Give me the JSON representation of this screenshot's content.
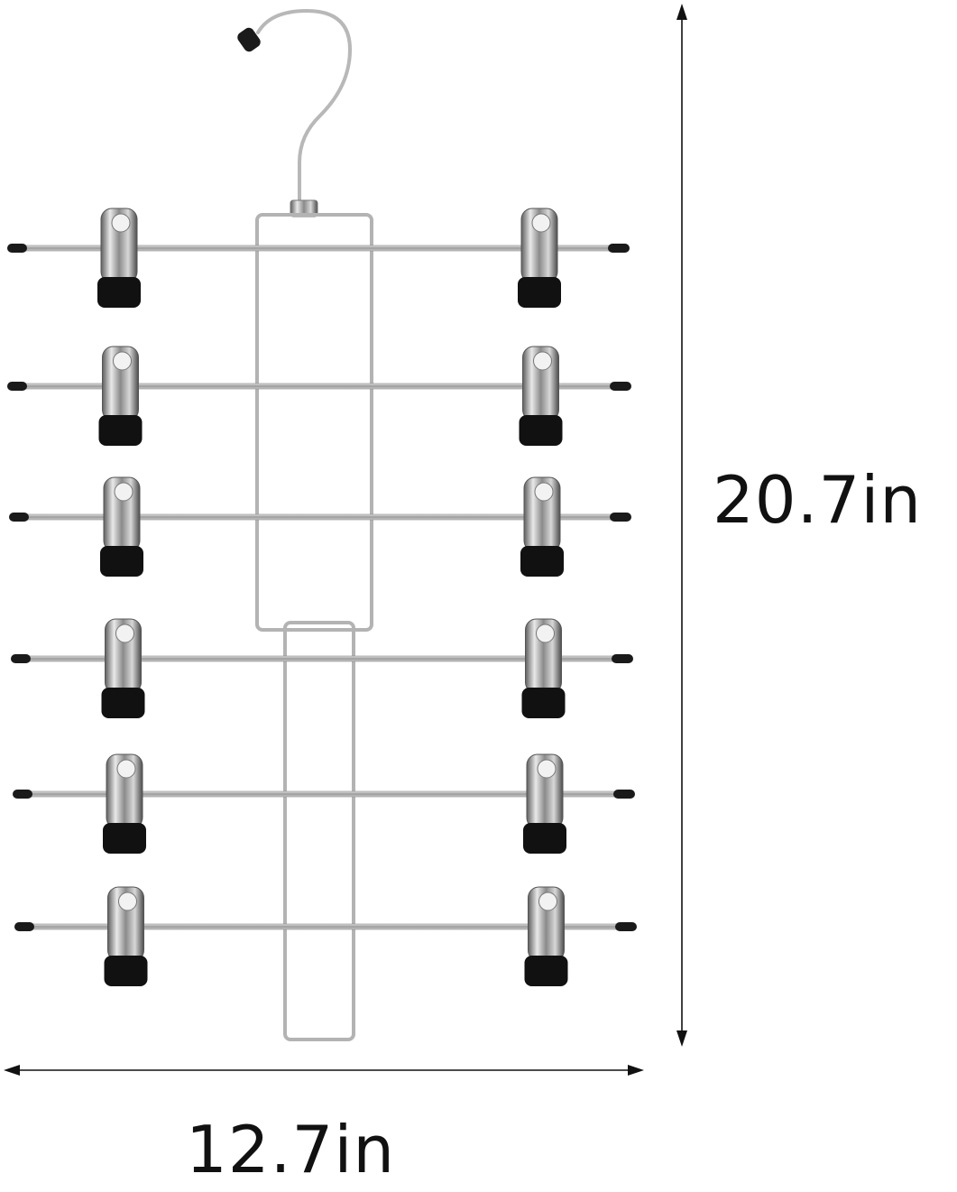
{
  "product": {
    "name_icon": "hanger-icon",
    "tier_count": 6
  },
  "dimensions": {
    "height_label": "20.7in",
    "width_label": "12.7in"
  },
  "colors": {
    "metal": "#bdbdbd",
    "metal_dark": "#6f6f6f",
    "cap": "#1a1a1a",
    "clip_pad": "#111111",
    "arrow": "#111111",
    "text": "#111111"
  }
}
